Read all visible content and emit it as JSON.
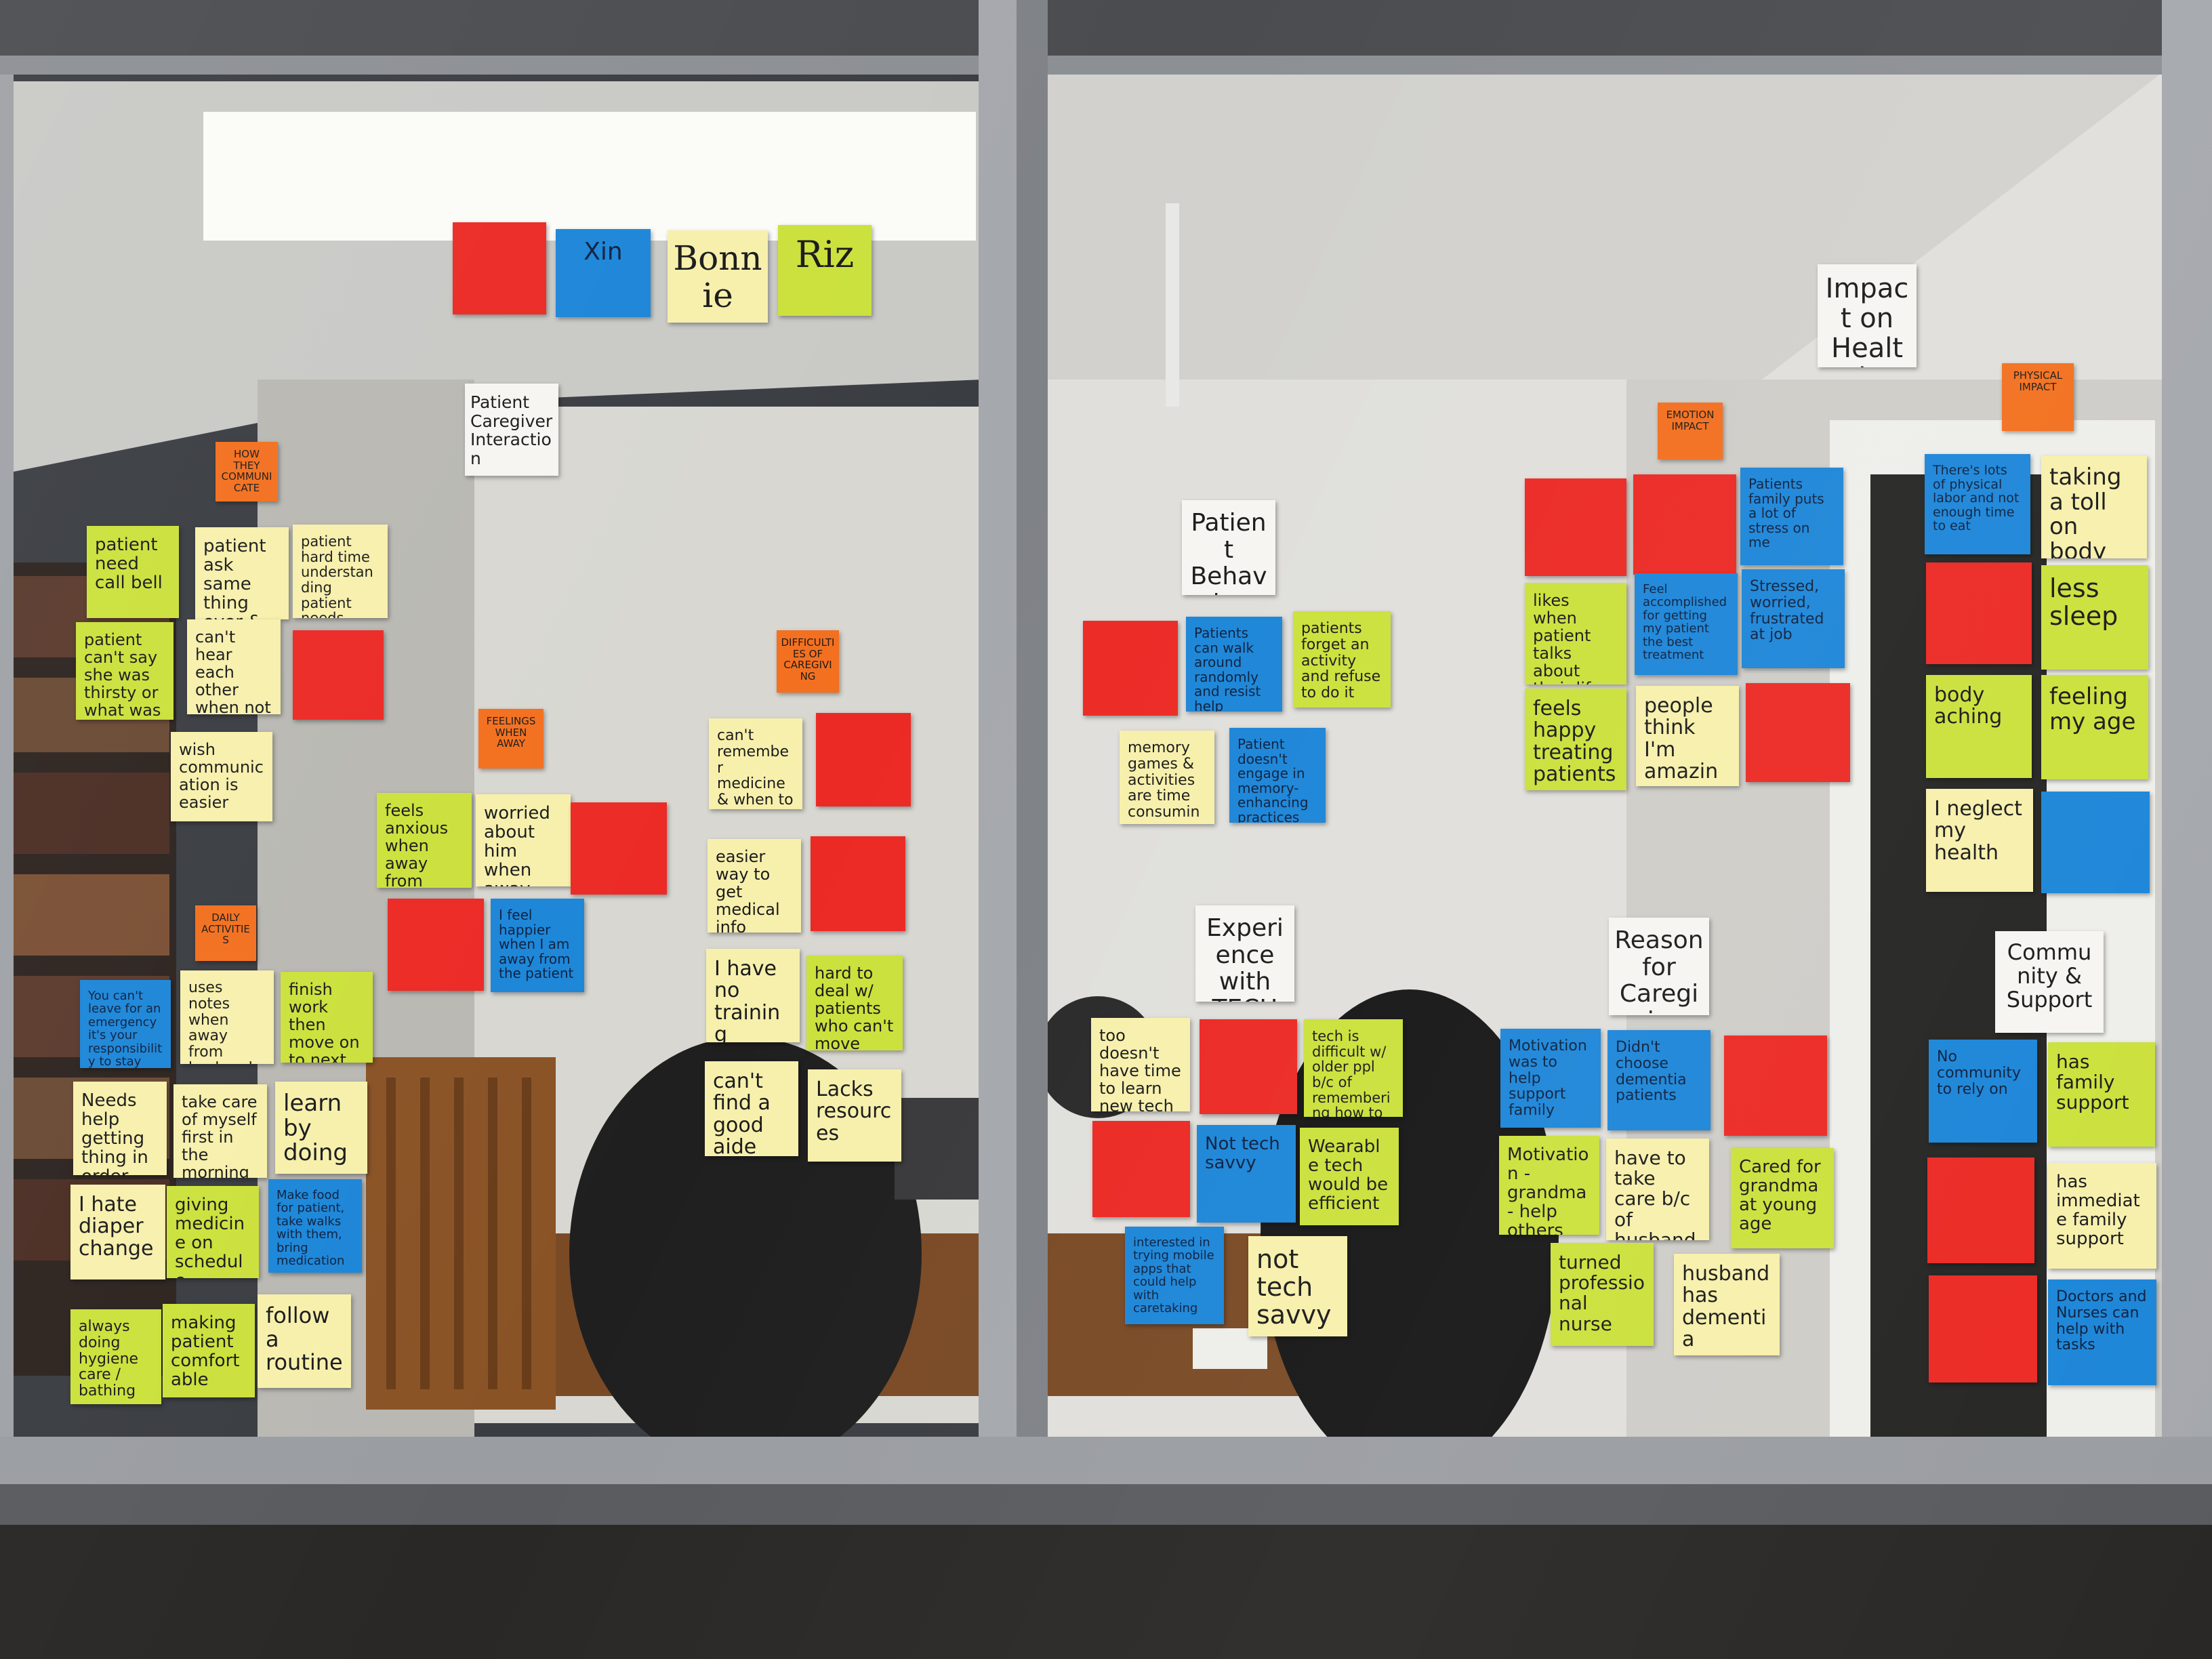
{
  "colors": {
    "yellow": "#f7f0ac",
    "lime": "#cbe13c",
    "blue": "#1d86d8",
    "red": "#ec2a25",
    "orange": "#f3701f",
    "white": "#f6f5f1"
  },
  "names": [
    "",
    "Xin",
    "Bonnie",
    "Riz"
  ],
  "categories": {
    "patient_caregiver_interaction": "Patient Caregiver Interaction",
    "how_they_communicate": "HOW THEY COMMUNICATE",
    "daily_activities": "DAILY ACTIVITIES",
    "feelings_when_away": "FEELINGS WHEN AWAY",
    "difficulties_of_caregiving": "DIFFICULTIES OF CAREGIVING",
    "patient_behavior": "Patient Behavior",
    "experience_with_tech": "Experience with TECH",
    "reason_for_caregiving": "Reason for Caregiving",
    "impact_on_health": "Impact on Health",
    "emotion_impact": "EMOTION IMPACT",
    "physical_impact": "PHYSICAL IMPACT",
    "community_support": "Community & Support"
  },
  "notes": {
    "communicate": [
      "patient need call bell",
      "patient ask same thing over & over",
      "patient hard time understanding patient needs",
      "patient can't say she was thirsty or what was wrong",
      "can't hear each other when not in same room",
      "wish communication is easier"
    ],
    "daily": [
      "You can't leave for an emergency it's your responsibility to stay there",
      "uses notes when away from husband to remind him she's away",
      "finish work then move on to next patient",
      "Needs help getting thing in order",
      "take care of myself first in the morning",
      "learn by doing",
      "I hate diaper change",
      "giving medicine on schedule",
      "Make food for patient, take walks with them, bring medication",
      "always doing hygiene care / bathing",
      "making patient comfortable",
      "follow a routine"
    ],
    "feelings": [
      "feels anxious when away from patient",
      "worried about him when away",
      "I feel happier when I am away from the patient"
    ],
    "difficulties": [
      "can't remember medicine & when to take or renew",
      "easier way to get medical info",
      "I have no training",
      "hard to deal w/ patients who can't move",
      "can't find a good aide",
      "Lacks resources"
    ],
    "behavior": [
      "Patients can walk around randomly and resist help",
      "patients forget an activity and refuse to do it",
      "memory games & activities are time consuming",
      "Patient doesn't engage in memory-enhancing practices"
    ],
    "tech": [
      "too doesn't have time to learn new tech",
      "tech is difficult w/ older ppl b/c of remembering how to use it",
      "Not tech savvy",
      "Wearable tech would be efficient",
      "interested in trying mobile apps that could help with caretaking",
      "not tech savvy"
    ],
    "reason": [
      "Motivation was to help support family",
      "Didn't choose dementia patients",
      "Motivation - grandma - help others",
      "have to take care b/c of husband",
      "Cared for grandma at young age",
      "turned professional nurse",
      "husband has dementia"
    ],
    "emotion": [
      "Patients family puts a lot of stress on me",
      "likes when patient talks about their life",
      "Feel accomplished for getting my patient the best treatment",
      "Stressed, worried, frustrated at job",
      "feels happy treating patients",
      "people think I'm amazing"
    ],
    "physical": [
      "There's lots of physical labor and not enough time to eat",
      "taking a toll on body",
      "less sleep",
      "body aching",
      "feeling my age",
      "I neglect my health"
    ],
    "community": [
      "No community to rely on",
      "has family support",
      "has immediate family support",
      "Doctors and Nurses can help with tasks"
    ]
  }
}
